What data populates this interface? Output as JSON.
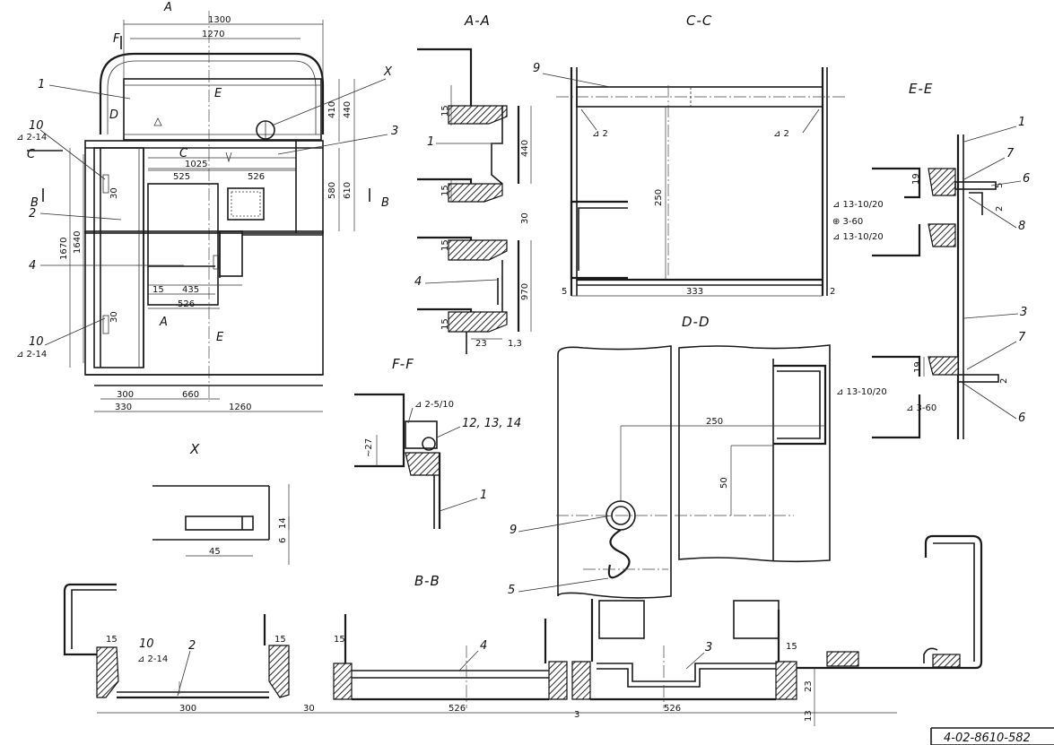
{
  "view_titles": {
    "aa": "A-A",
    "cc": "C-C",
    "ee": "E-E",
    "ff": "F-F",
    "dd": "D-D",
    "x": "X",
    "bb": "B-B"
  },
  "section_marks": {
    "a": "A",
    "f": "F",
    "d": "D",
    "e": "E",
    "c": "C",
    "b": "B",
    "x": "X"
  },
  "part_labels": [
    "1",
    "2",
    "3",
    "4",
    "5",
    "6",
    "7",
    "8",
    "9",
    "10",
    "12, 13, 14"
  ],
  "weld_symbols": {
    "w_2_14": "⊿ 2-14",
    "w_2": "⊿ 2",
    "w_13_10_20": "⊿ 13-10/20",
    "w_3_60_circle": "⊕ 3-60",
    "w_3_60": "⊿ 3-60",
    "w_2_5_10": "⊿ 2-5/10"
  },
  "dimensions": {
    "d1300": "1300",
    "d1270": "1270",
    "d1025": "1025",
    "d525": "525",
    "d526": "526",
    "d410": "410",
    "d440": "440",
    "d580": "580",
    "d610": "610",
    "d1670": "1670",
    "d1640": "1640",
    "d15": "15",
    "d435": "435",
    "d30": "30",
    "d300": "300",
    "d330": "330",
    "d660": "660",
    "d1260": "1260",
    "d970": "970",
    "d23": "23",
    "d1_3": "1,3",
    "d250": "250",
    "d333": "333",
    "d5": "5",
    "d2": "2",
    "d19": "19",
    "d27": "~27",
    "d45": "45",
    "d14": "14",
    "d6": "6",
    "d50": "50",
    "d13": "13"
  },
  "drawing_number": "4-02-8610-582"
}
